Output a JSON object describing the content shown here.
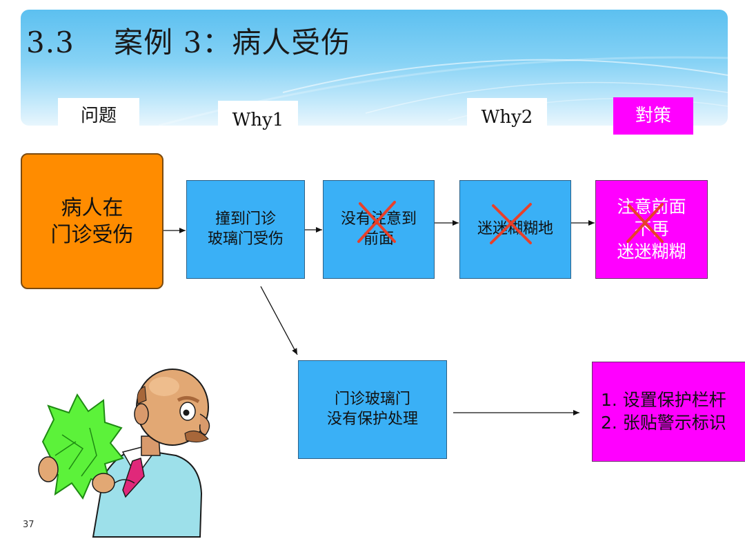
{
  "slide": {
    "title": "3.3　 案例 3：病人受伤",
    "page_number": "37"
  },
  "columns": {
    "problem": "问题",
    "why1": "Why1",
    "why2": "Why2",
    "countermeasure": "對策"
  },
  "flow": {
    "problem_box": "病人在\n门诊受伤",
    "why1_box": "撞到门诊\n玻璃门受伤",
    "why2a_box": "没有注意到\n前面",
    "why2b_box": "迷迷糊糊地",
    "measure_box": "注意前面\n不再\n迷迷糊糊",
    "why1b_box": "门诊玻璃门\n没有保护处理",
    "measure_b_box": "1. 设置保护栏杆\n2. 张贴警示标识"
  },
  "colors": {
    "header": "#5cc0f0",
    "box_blue": "#3ab0f6",
    "box_orange": "#ff8c00",
    "box_magenta": "#ff00ff",
    "cross_red": "#e8402a"
  }
}
